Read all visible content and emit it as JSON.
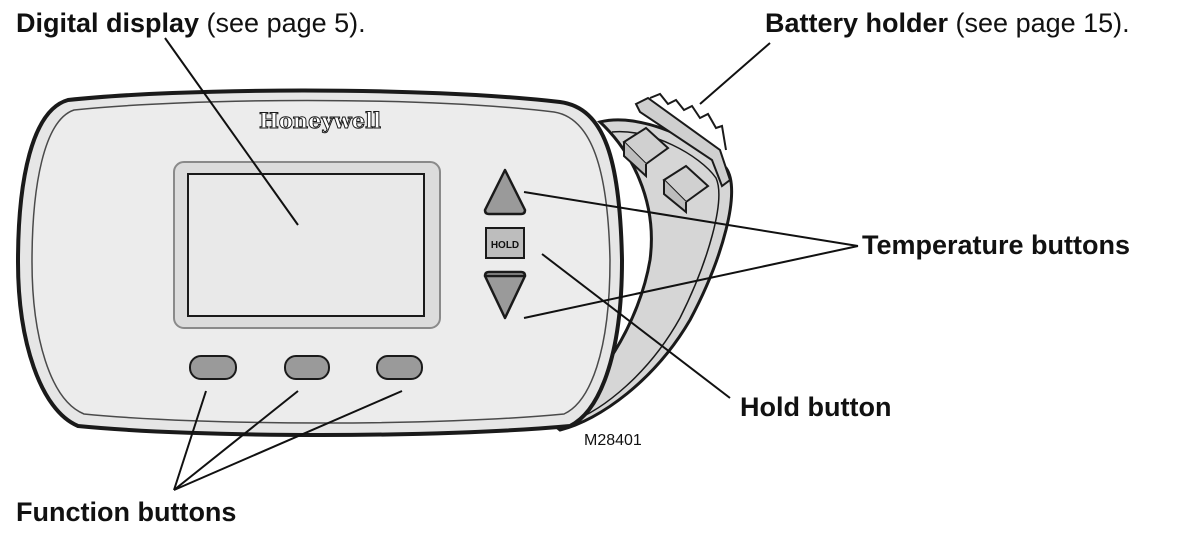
{
  "callouts": {
    "digital_display": {
      "label": "Digital display",
      "note": " (see page 5)."
    },
    "battery_holder": {
      "label": "Battery holder",
      "note": " (see page 15)."
    },
    "temperature_buttons": {
      "label": "Temperature buttons"
    },
    "hold_button": {
      "label": "Hold button"
    },
    "function_buttons": {
      "label": "Function buttons"
    }
  },
  "device": {
    "brand": "Honeywell",
    "hold_key_label": "HOLD",
    "up_arrow_icon": "triangle-up-icon",
    "down_arrow_icon": "triangle-down-icon"
  },
  "figure_code": "M28401",
  "colors": {
    "body_fill": "#e6e6e6",
    "body_inner": "#ededed",
    "outline": "#1a1a1a",
    "button_fill": "#9a9a9a",
    "screen_fill": "#e9e9e9",
    "leader_line": "#111111"
  }
}
